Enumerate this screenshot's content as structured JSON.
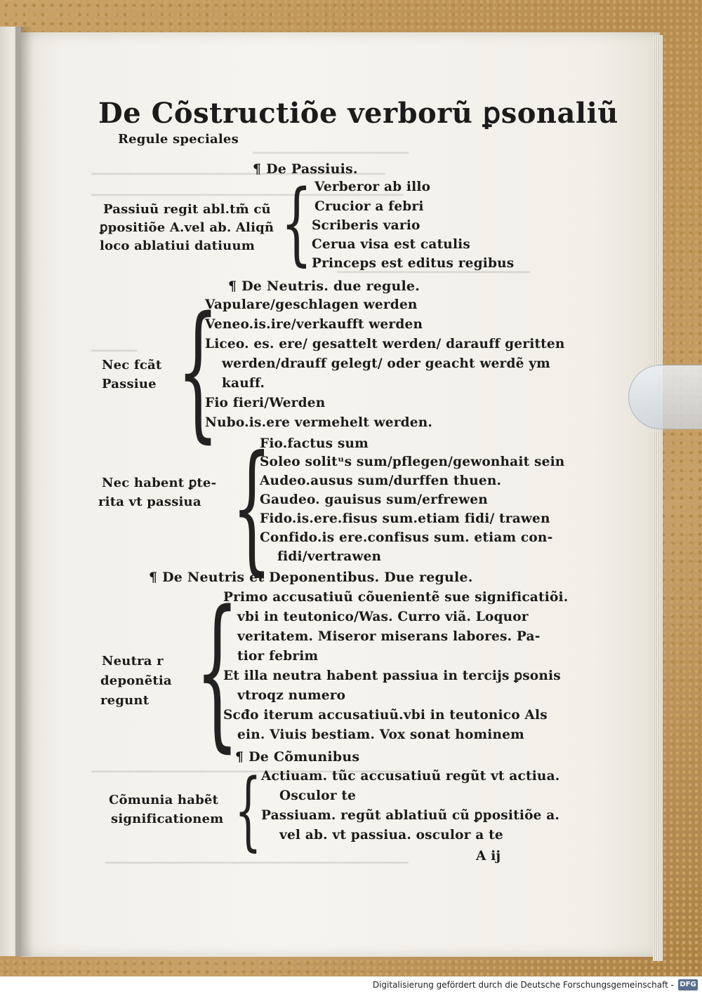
{
  "page": {
    "title": "De Cõstructiõe verborũ ꝑsonaliũ",
    "subtitle": "Regule speciales",
    "sections": [
      {
        "heading": "¶ De Passiuis.",
        "side": [
          "Passiuũ regit abl.tm̃ cũ",
          "ꝑpositiõe A.vel ab. Aliqñ",
          "loco ablatiui datiuum"
        ],
        "lines": [
          "Verberor ab illo",
          "Crucior a febri",
          "Scriberis vario",
          "Cerua visa est catulis",
          "Princeps est editus regibus"
        ]
      },
      {
        "heading": "¶ De Neutris. due regule.",
        "side": [
          "Nec fcãt",
          "Passiue"
        ],
        "lines": [
          "Vapulare/geschlagen werden",
          "Veneo.is.ire/verkaufft werden",
          "Liceo. es. ere/ gesattelt werden/ darauff geritten",
          "werden/drauff gelegt/ oder geacht werdẽ ym",
          "kauff.",
          "Fio fieri/Werden",
          "Nubo.is.ere vermehelt werden."
        ]
      },
      {
        "heading": "",
        "side": [
          "Nec habent ꝑte-",
          "rita vt passiua"
        ],
        "lines": [
          "Fio.factus sum",
          "Soleo solitᵘs sum/pflegen/gewonhait sein",
          "Audeo.ausus sum/durffen thuen.",
          "Gaudeo. gauisus sum/erfrewen",
          "Fido.is.ere.fisus sum.etiam fidi/ trawen",
          "Confido.is ere.confisus sum. etiam con-",
          "fidi/vertrawen"
        ]
      },
      {
        "heading": "¶ De Neutris et Deponentibus. Due regule.",
        "side": [
          "Neutra r",
          "deponẽtia",
          "regunt"
        ],
        "lines": [
          "Primo accusatiuũ cõuenientẽ sue significatiõi.",
          "vbi in teutonico/Was. Curro viã. Loquor",
          "veritatem. Miseror miserans labores. Pa-",
          "tior febrim",
          "Et illa neutra habent passiua in tercijs ꝑsonis",
          "vtroqz numero",
          "Scđo iterum accusatiuũ.vbi in teutonico Als",
          "ein. Viuis bestiam. Vox sonat hominem"
        ]
      },
      {
        "heading": "¶ De Cõmunibus",
        "side": [
          "Cõmunia habẽt",
          "significationem"
        ],
        "lines": [
          "Actiuam. tũc accusatiuũ regũt vt actiua.",
          "Osculor te",
          "Passiuam. regũt ablatiuũ cũ ꝑpositiõe a.",
          "vel ab. vt passiua. osculor a te"
        ]
      }
    ],
    "signature": "A ij"
  },
  "footer": {
    "text": "Digitalisierung gefördert durch die Deutsche Forschungsgemeinschaft -",
    "logo": "DFG"
  }
}
